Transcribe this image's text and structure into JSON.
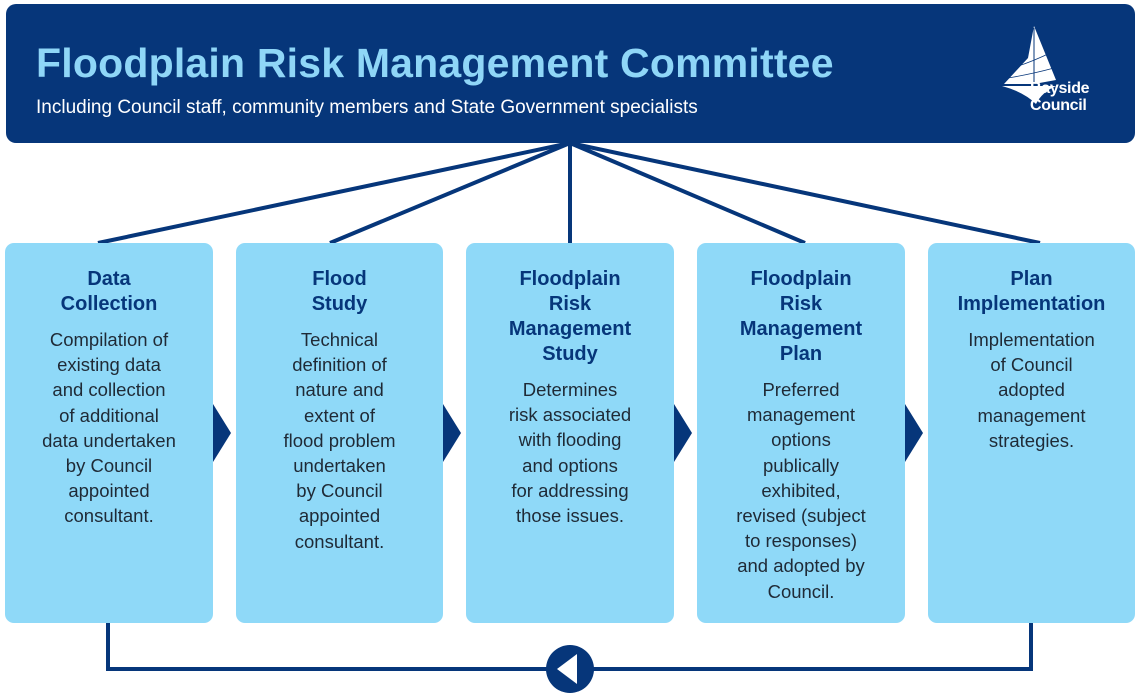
{
  "header": {
    "title": "Floodplain Risk Management Committee",
    "subtitle": "Including Council staff, community members and State Government specialists",
    "logo": {
      "icon": "sailboat-icon",
      "line1": "Bayside",
      "line2": "Council"
    }
  },
  "stages": [
    {
      "title": "Data\nCollection",
      "body": "Compilation of\nexisting data\nand collection\nof additional\ndata undertaken\nby Council\nappointed\nconsultant."
    },
    {
      "title": "Flood\nStudy",
      "body": "Technical\ndefinition of\nnature and\nextent of\nflood problem\nundertaken\nby Council\nappointed\nconsultant."
    },
    {
      "title": "Floodplain\nRisk\nManagement\nStudy",
      "body": "Determines\nrisk associated\nwith flooding\nand options\nfor addressing\nthose issues."
    },
    {
      "title": "Floodplain\nRisk\nManagement\nPlan",
      "body": "Preferred\nmanagement\noptions\npublically\nexhibited,\nrevised (subject\nto responses)\nand adopted by\nCouncil."
    },
    {
      "title": "Plan\nImplementation",
      "body": "Implementation\nof Council\nadopted\nmanagement\nstrategies."
    }
  ],
  "flow": {
    "forward_icon": "triangle-right-icon",
    "return_icon": "circle-arrow-left-icon"
  },
  "colors": {
    "navy": "#06367a",
    "light_blue": "#8fd9f8",
    "title_blue": "#8fd6f7",
    "body_text": "#1f2a36"
  }
}
